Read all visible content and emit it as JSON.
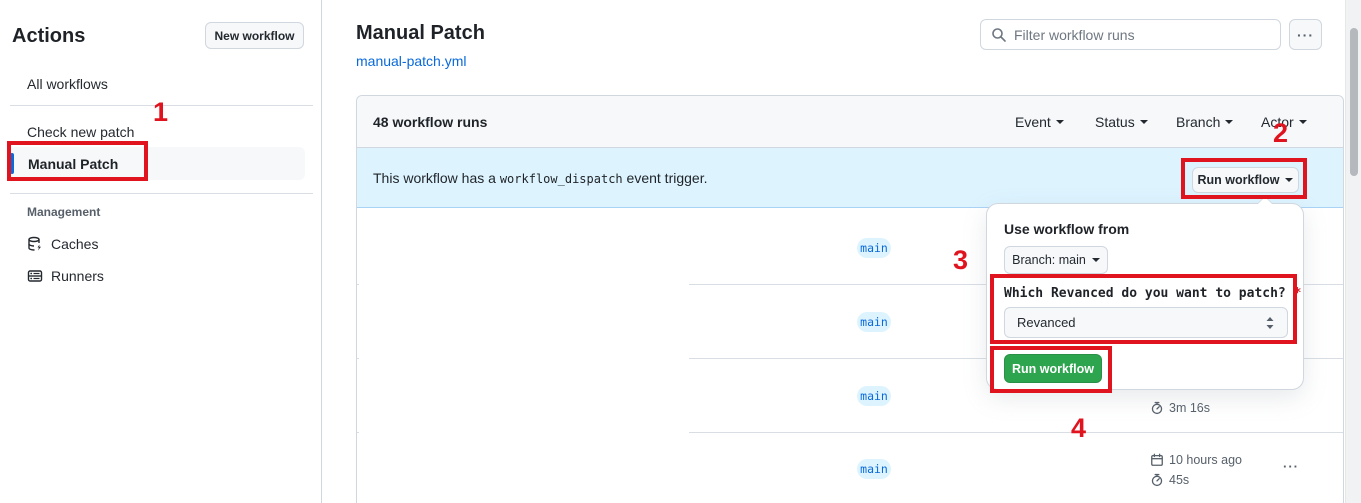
{
  "sidebar": {
    "title": "Actions",
    "new_workflow_button": "New workflow",
    "items": [
      {
        "label": "All workflows"
      },
      {
        "label": "Check new patch"
      },
      {
        "label": "Manual Patch",
        "selected": true
      }
    ],
    "management": {
      "title": "Management",
      "items": [
        {
          "label": "Caches",
          "icon": "database-icon"
        },
        {
          "label": "Runners",
          "icon": "server-icon"
        }
      ]
    }
  },
  "header": {
    "title": "Manual Patch",
    "workflow_file_link": "manual-patch.yml",
    "filter_placeholder": "Filter workflow runs",
    "kebab_glyph": "···"
  },
  "runs_panel": {
    "count_label": "48 workflow runs",
    "filters": [
      {
        "label": "Event"
      },
      {
        "label": "Status"
      },
      {
        "label": "Branch"
      },
      {
        "label": "Actor"
      }
    ],
    "banner": {
      "text_before": "This workflow has a",
      "code": "workflow_dispatch",
      "text_after": "event trigger.",
      "run_workflow_button": "Run workflow"
    },
    "rows": [
      {
        "branch": "main"
      },
      {
        "branch": "main"
      },
      {
        "branch": "main",
        "duration": "3m 16s"
      },
      {
        "branch": "main",
        "time": "10 hours ago",
        "duration": "45s"
      }
    ],
    "row_kebab_glyph": "···"
  },
  "run_dialog": {
    "title": "Use workflow from",
    "branch_button": "Branch: main",
    "input_label": "Which Revanced do you want to patch?",
    "required_marker": "*",
    "select_value": "Revanced",
    "run_button": "Run workflow"
  },
  "annotations": {
    "color": "#e0141e",
    "step_1": "1",
    "step_2": "2",
    "step_3": "3",
    "step_4": "4"
  },
  "icons": {
    "search": "search-icon (magnifier)",
    "dropdown": "caret-down-icon",
    "duration": "stopwatch-icon",
    "date": "calendar-icon",
    "caches": "database-icon",
    "runners": "server-icon",
    "select": "up-down-arrows-icon",
    "tab_accent": "#fd8c73"
  },
  "colors": {
    "accent_blue": "#0969da",
    "banner_bg": "#ddf4ff",
    "header_bg": "#f6f8fa",
    "border": "#d0d7de",
    "success_green": "#2da44e",
    "annotation_red": "#e0141e",
    "muted_text": "#57606a"
  }
}
